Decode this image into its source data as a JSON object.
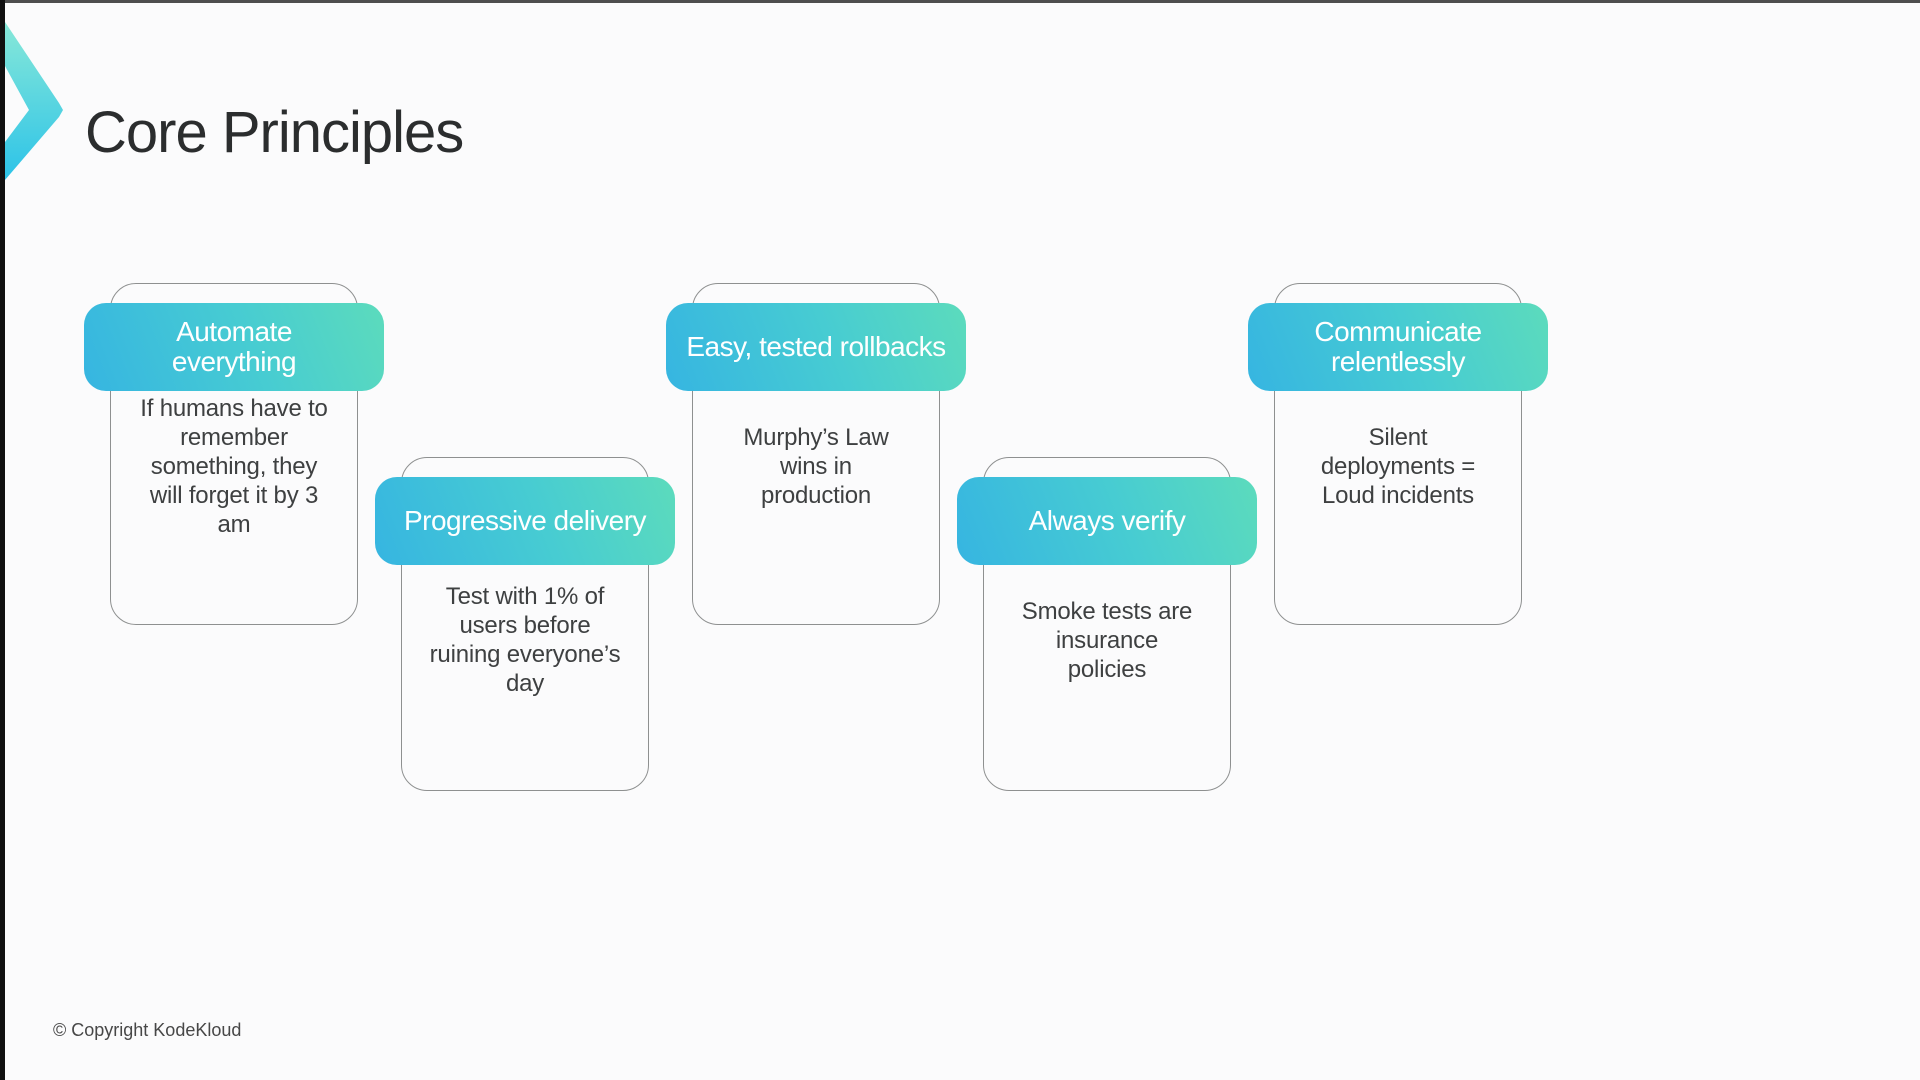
{
  "slide": {
    "title": "Core Principles",
    "footer": "© Copyright KodeKloud"
  },
  "branding": {
    "logo_icon": "kodekloud-chevron-icon",
    "colors": {
      "header_gradient_start": "#36b5e1",
      "header_gradient_end": "#5cdbbc",
      "logo_gradient_top": "#88e8d8",
      "logo_gradient_bottom": "#2cc3e8",
      "title_text": "#2b2d2e",
      "body_text": "#3e4041",
      "card_border": "#8e9090"
    }
  },
  "cards": [
    {
      "title": "Automate\neverything",
      "body": "If humans have to\nremember\nsomething, they\nwill forget it by 3\nam"
    },
    {
      "title": "Progressive delivery",
      "body": "Test with 1% of\nusers before\nruining everyone’s\nday"
    },
    {
      "title": "Easy, tested rollbacks",
      "body": "Murphy’s Law\nwins in\nproduction"
    },
    {
      "title": "Always verify",
      "body": "Smoke tests are\ninsurance\npolicies"
    },
    {
      "title": "Communicate\nrelentlessly",
      "body": "Silent\ndeployments =\nLoud incidents"
    }
  ]
}
